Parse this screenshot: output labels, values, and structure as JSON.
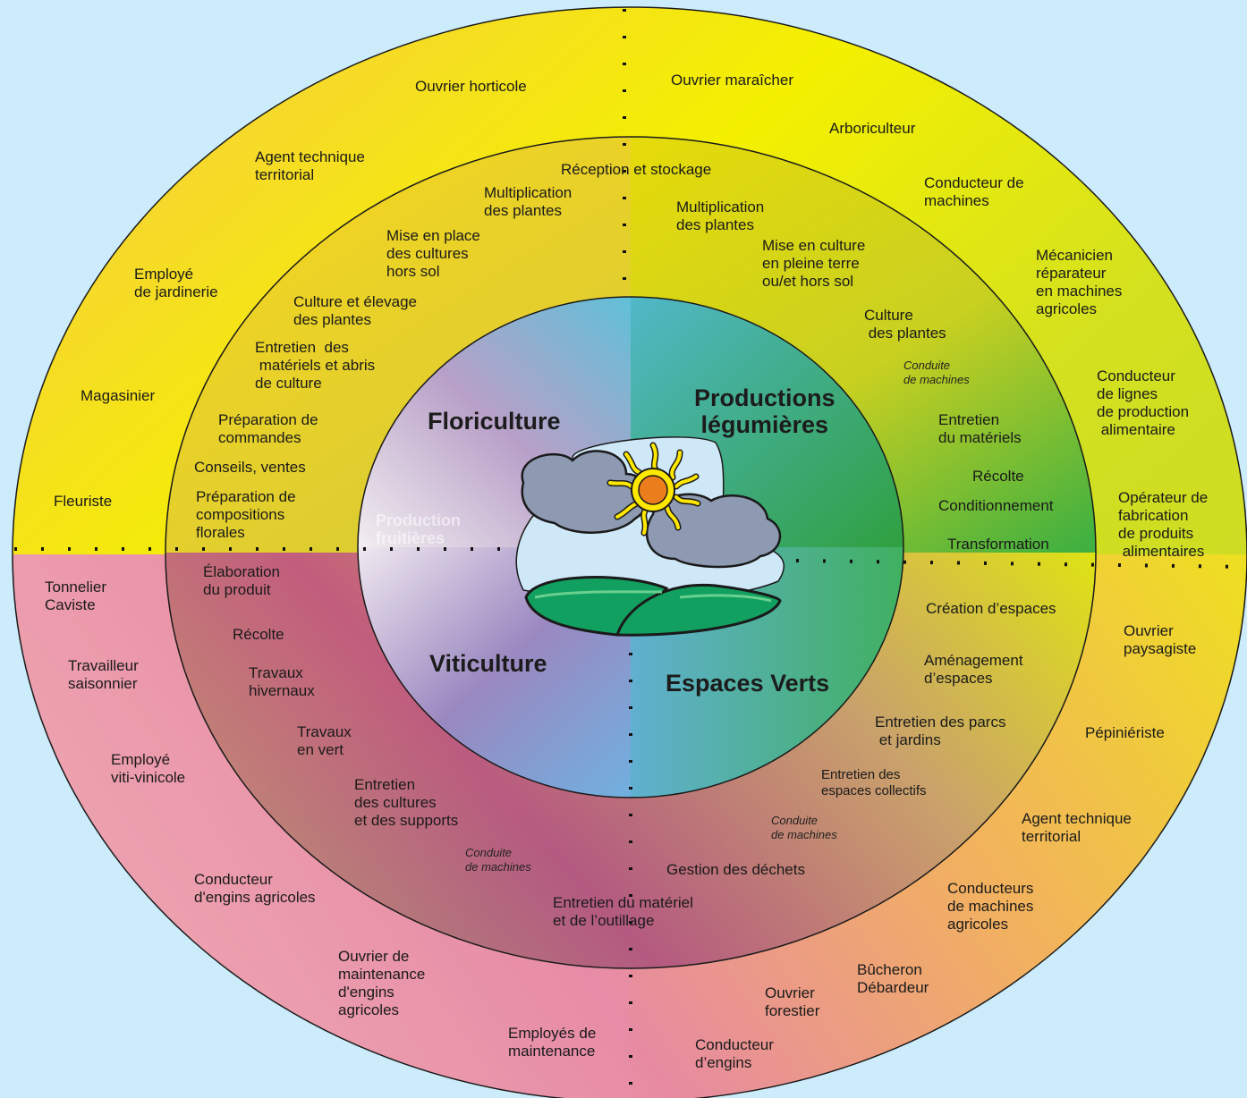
{
  "sectors": {
    "floriculture": "Floriculture",
    "legumieres": "Productions\nlégumières",
    "viticulture": "Viticulture",
    "espaces_verts": "Espaces Verts",
    "ghost": "Production\nfruitières"
  },
  "outer_ring": {
    "top_left": [
      "Ouvrier horticole",
      "Agent technique\nterritorial",
      "Employé\nde jardinerie",
      "Magasinier",
      "Fleuriste"
    ],
    "top_right": [
      "Ouvrier maraîcher",
      "Arboriculteur",
      "Conducteur de\nmachines",
      "Mécanicien\nréparateur\nen machines\nagricoles",
      "Conducteur\nde lignes\nde production\n alimentaire",
      "Opérateur de\nfabrication\nde produits\n alimentaires"
    ],
    "bottom_left": [
      "Tonnelier\nCaviste",
      "Travailleur\nsaisonnier",
      "Employé\nviti-vinicole",
      "Conducteur\nd'engins agricoles",
      "Ouvrier de\nmaintenance\nd'engins\nagricoles",
      "Employés de\nmaintenance"
    ],
    "bottom_right": [
      "Ouvrier\npaysagiste",
      "Pépiniériste",
      "Agent technique\nterritorial",
      "Conducteurs\nde machines\nagricoles",
      "Bûcheron\nDébardeur",
      "Ouvrier\nforestier",
      "Conducteur\nd’engins"
    ]
  },
  "middle_ring": {
    "top_left": [
      "Multiplication\ndes plantes",
      "Mise en place\ndes cultures\nhors sol",
      "Culture et élevage\ndes plantes",
      "Entretien  des\n matériels et abris\nde culture",
      "Préparation de\ncommandes",
      "Conseils, ventes",
      "Préparation de\ncompositions\nflorales"
    ],
    "top_center": "Réception et stockage",
    "top_right": [
      "Multiplication\ndes plantes",
      "Mise en culture\nen pleine terre\nou/et hors sol",
      "Culture\n des plantes",
      "Entretien\ndu matériels",
      "Récolte",
      "Conditionnement",
      "Transformation"
    ],
    "top_right_small": "Conduite\nde machines",
    "bottom_left": [
      "Élaboration\ndu produit",
      "Récolte",
      "Travaux\nhivernaux",
      "Travaux\nen vert",
      "Entretien\ndes cultures\net des supports"
    ],
    "bottom_left_small": "Conduite\nde machines",
    "bottom_right": [
      "Création d’espaces",
      "Aménagement\nd’espaces",
      "Entretien des parcs\n et jardins",
      "Entretien des\nespaces collectifs",
      "Gestion des déchets"
    ],
    "bottom_right_small": "Conduite\nde machines",
    "bottom_center": "Entretien du matériel\net de l’outillage"
  },
  "colors": {
    "background": "#cdecfb",
    "yellow": "#f7f200",
    "pink": "#d8609a",
    "green": "#2aa84a",
    "lime": "#c8dc28"
  }
}
